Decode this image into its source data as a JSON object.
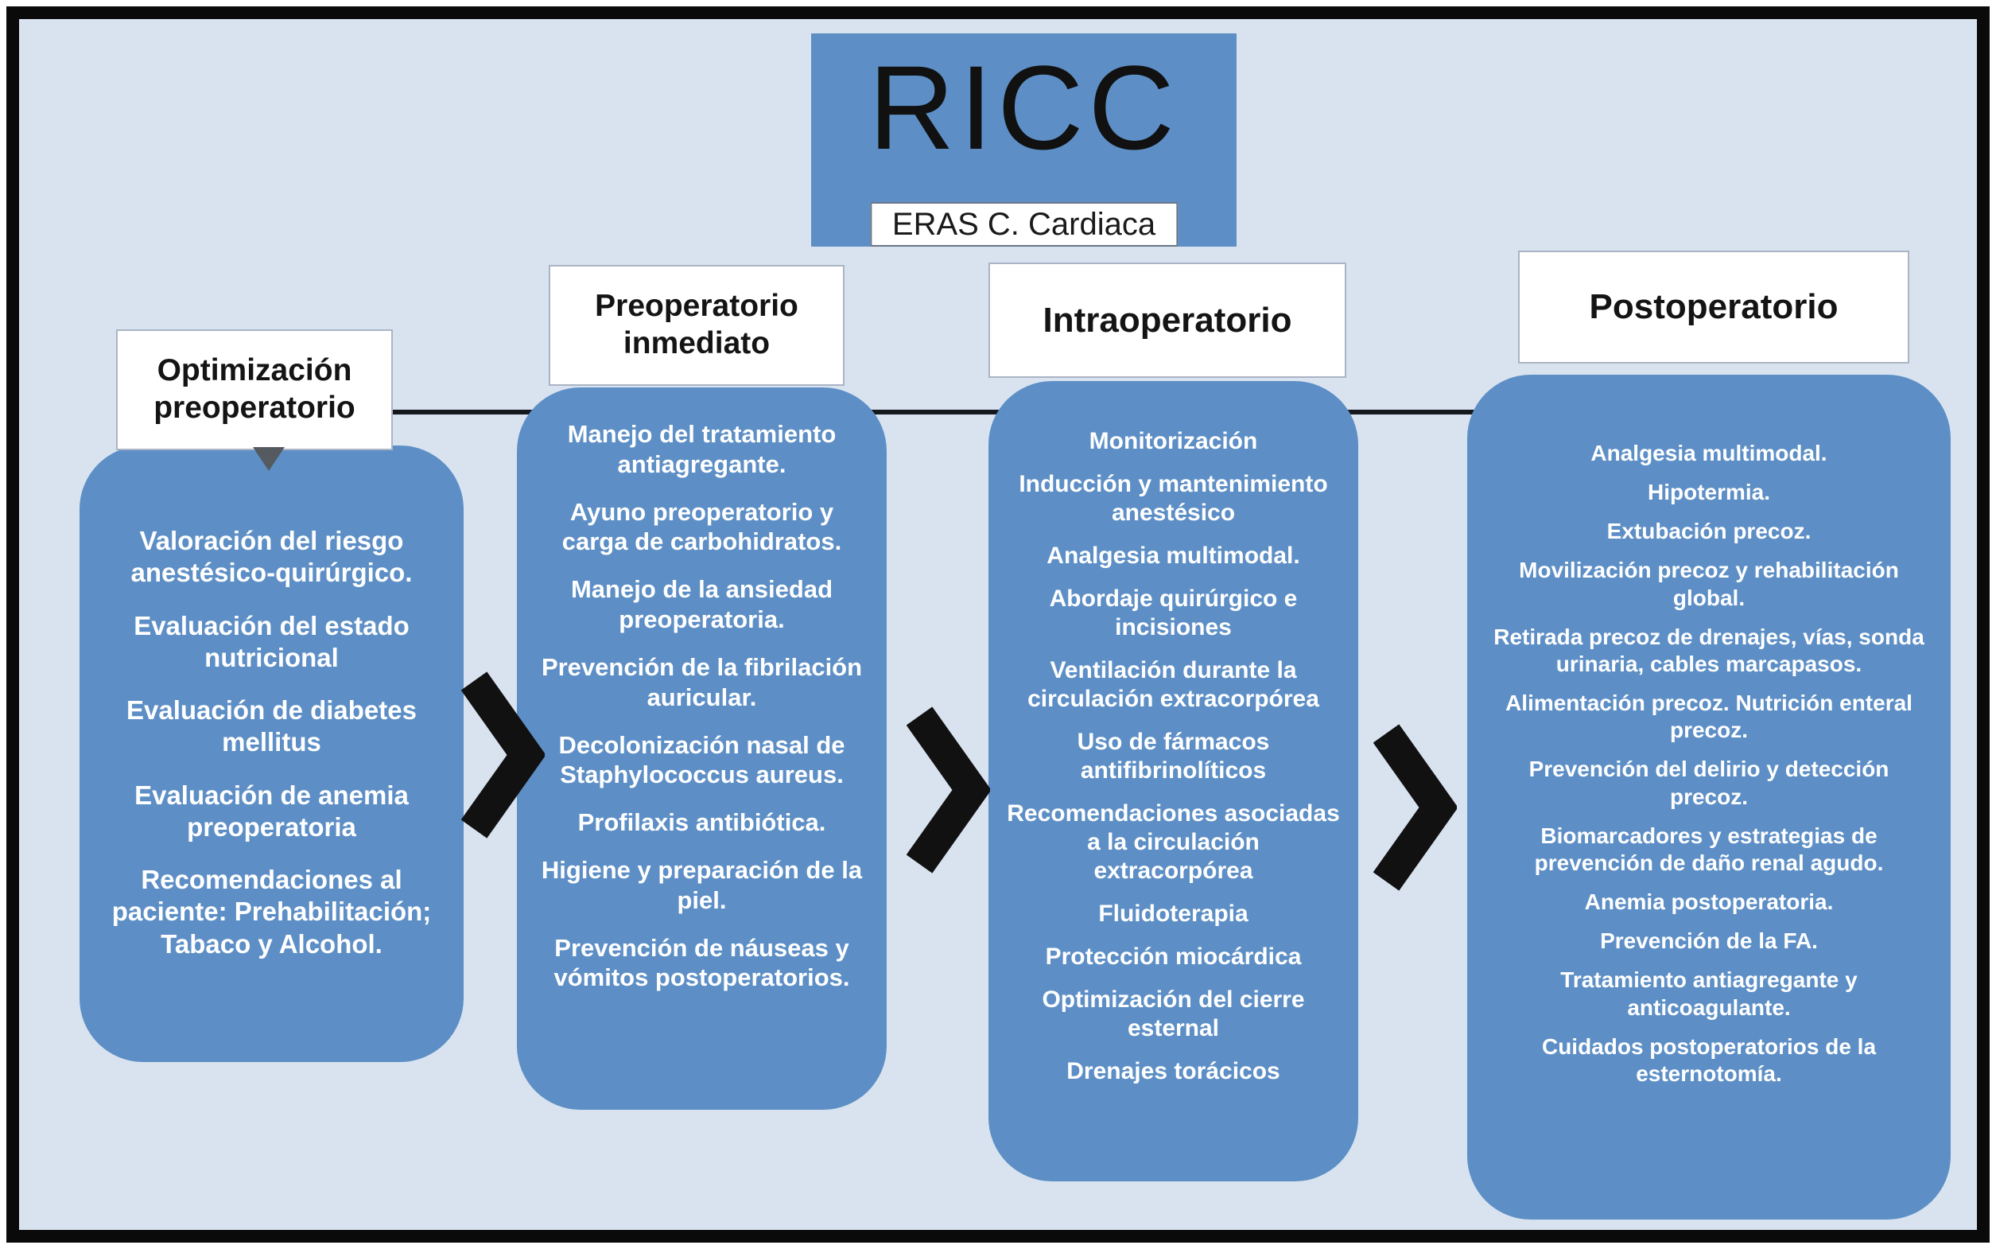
{
  "title": {
    "main": "RICC",
    "subtitle": "ERAS C. Cardiaca"
  },
  "colors": {
    "box_blue": "#5d8fc6",
    "background": "#d9e3f0",
    "arrow_black": "#111111",
    "text_white": "#ffffff"
  },
  "icons": {
    "chevron_right": "chevron-right-arrow",
    "triangle_down": "triangle-down-connector"
  },
  "columns": [
    {
      "header": "Optimización preoperatorio",
      "items": [
        "Valoración del riesgo anestésico-quirúrgico.",
        "Evaluación del estado nutricional",
        "Evaluación de diabetes mellitus",
        "Evaluación de anemia preoperatoria",
        "Recomendaciones al paciente: Prehabilitación; Tabaco y Alcohol."
      ]
    },
    {
      "header": "Preoperatorio inmediato",
      "items": [
        "Manejo del tratamiento antiagregante.",
        "Ayuno preoperatorio y carga de carbohidratos.",
        "Manejo de la ansiedad preoperatoria.",
        "Prevención de la fibrilación auricular.",
        "Decolonización nasal de Staphylococcus aureus.",
        "Profilaxis antibiótica.",
        "Higiene y preparación de la piel.",
        "Prevención de náuseas y vómitos postoperatorios."
      ]
    },
    {
      "header": "Intraoperatorio",
      "items": [
        "Monitorización",
        "Inducción y mantenimiento anestésico",
        "Analgesia multimodal.",
        "Abordaje quirúrgico e incisiones",
        "Ventilación durante la circulación extracorpórea",
        "Uso de fármacos antifibrinolíticos",
        "Recomendaciones asociadas a la circulación extracorpórea",
        "Fluidoterapia",
        "Protección miocárdica",
        "Optimización del cierre esternal",
        "Drenajes torácicos"
      ]
    },
    {
      "header": "Postoperatorio",
      "items": [
        "Analgesia multimodal.",
        "Hipotermia.",
        "Extubación precoz.",
        "Movilización precoz y rehabilitación global.",
        "Retirada precoz de drenajes, vías, sonda urinaria, cables marcapasos.",
        "Alimentación precoz. Nutrición enteral precoz.",
        "Prevención del delirio y detección precoz.",
        "Biomarcadores y estrategias de prevención de daño renal agudo.",
        "Anemia postoperatoria.",
        "Prevención de la FA.",
        "Tratamiento antiagregante y anticoagulante.",
        "Cuidados postoperatorios de la esternotomía."
      ]
    }
  ]
}
